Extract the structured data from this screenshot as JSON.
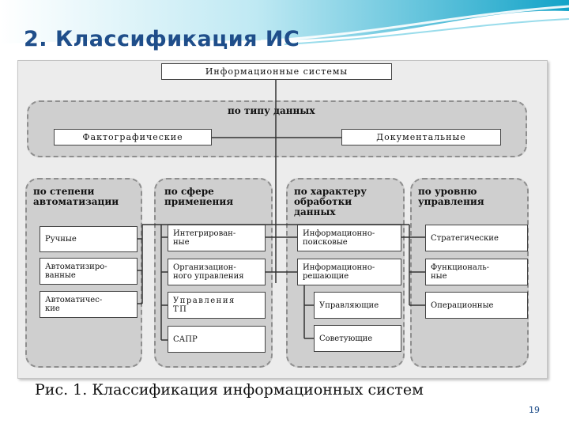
{
  "slide": {
    "title": "2. Классификация ИС",
    "caption": "Рис. 1.  Классификация информационных систем",
    "page_number": "19"
  },
  "diagram": {
    "root": "Информационные системы",
    "data_type": {
      "label": "по типу данных",
      "items": [
        "Фактографические",
        "Документальные"
      ]
    },
    "groups": [
      {
        "label": "по степени\nавтоматизации",
        "items": [
          "Ручные",
          "Автоматизиро-\nванные",
          "Автоматичес-\nкие"
        ]
      },
      {
        "label": "по сфере\nприменения",
        "items": [
          "Интегрирован-\nные",
          "Организацион-\nного управления",
          "Управления\nТП",
          "САПР"
        ]
      },
      {
        "label": "по характеру\nобработки\nданных",
        "items": [
          "Информационно-\nпоисковые",
          "Информационно-\nрешающие"
        ],
        "subitems": [
          "Управляющие",
          "Советующие"
        ]
      },
      {
        "label": "по уровню\nуправления",
        "items": [
          "Стратегические",
          "Функциональ-\nные",
          "Операционные"
        ]
      }
    ]
  },
  "colors": {
    "title": "#1f4e8a",
    "group_fill": "#cfcfcf",
    "figure_bg": "#ececec",
    "wave": "#1aa6c9"
  }
}
